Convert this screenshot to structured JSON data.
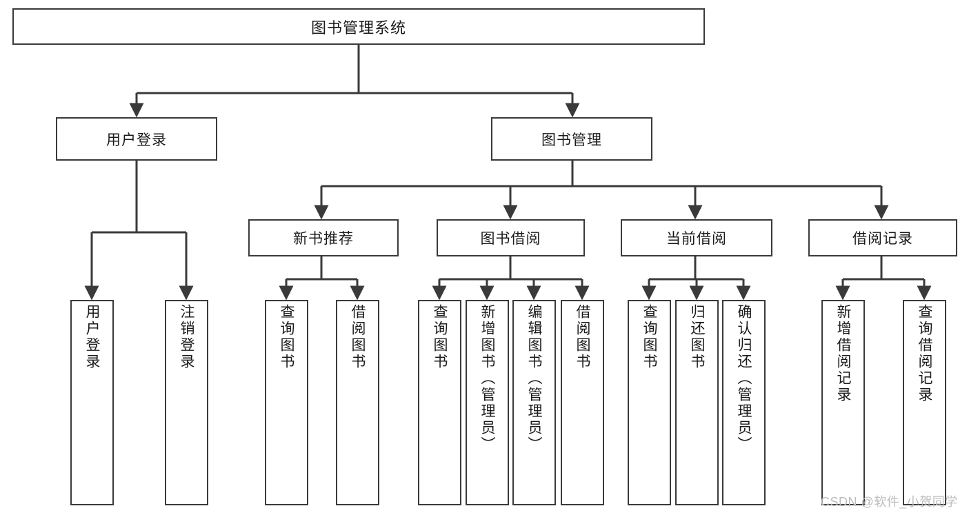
{
  "diagram": {
    "title": "图书管理系统",
    "type": "tree-structure-chart",
    "stroke_color": "#3a3a3a",
    "background_color": "#ffffff",
    "text_color": "#1b1b1b",
    "levels": {
      "root": {
        "label": "图书管理系统"
      },
      "level2": [
        {
          "label": "用户登录"
        },
        {
          "label": "图书管理"
        }
      ],
      "level3": [
        {
          "label": "新书推荐"
        },
        {
          "label": "图书借阅"
        },
        {
          "label": "当前借阅"
        },
        {
          "label": "借阅记录"
        }
      ],
      "leaves": [
        {
          "label": "用户登录",
          "parent": "用户登录"
        },
        {
          "label": "注销登录",
          "parent": "用户登录"
        },
        {
          "label": "查询图书",
          "parent": "新书推荐"
        },
        {
          "label": "借阅图书",
          "parent": "新书推荐"
        },
        {
          "label": "查询图书",
          "parent": "图书借阅"
        },
        {
          "label": "新增图书（管理员）",
          "parent": "图书借阅"
        },
        {
          "label": "编辑图书（管理员）",
          "parent": "图书借阅"
        },
        {
          "label": "借阅图书",
          "parent": "图书借阅"
        },
        {
          "label": "查询图书",
          "parent": "当前借阅"
        },
        {
          "label": "归还图书",
          "parent": "当前借阅"
        },
        {
          "label": "确认归还（管理员）",
          "parent": "当前借阅"
        },
        {
          "label": "新增借阅记录",
          "parent": "借阅记录"
        },
        {
          "label": "查询借阅记录",
          "parent": "借阅记录"
        }
      ]
    }
  },
  "watermark": {
    "text": "CSDN @软件_小贺同学",
    "color": "#bdbdbd"
  }
}
